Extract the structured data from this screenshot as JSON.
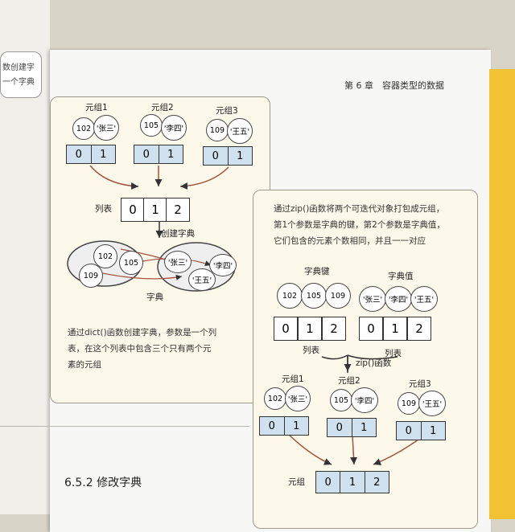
{
  "header": {
    "title": "第 6 章　容器类型的数据"
  },
  "left_panel": {
    "tuples": [
      {
        "label": "元组1",
        "key": "102",
        "value": "'张三'",
        "idx": [
          "0",
          "1"
        ]
      },
      {
        "label": "元组2",
        "key": "105",
        "value": "'李四'",
        "idx": [
          "0",
          "1"
        ]
      },
      {
        "label": "元组3",
        "key": "109",
        "value": "'王五'",
        "idx": [
          "0",
          "1"
        ]
      }
    ],
    "list_label": "列表",
    "list_cells": [
      "0",
      "1",
      "2"
    ],
    "arrow_label": "创建字典",
    "dict_keys": [
      "102",
      "105",
      "109"
    ],
    "dict_values": [
      "'张三'",
      "'李四'",
      "'王五'"
    ],
    "dict_label": "字典",
    "caption": [
      "通过dict()函数创建字典，参数是一个列",
      "表，在这个列表中包含三个只有两个元",
      "素的元组"
    ]
  },
  "right_panel": {
    "intro": [
      "通过zip()函数将两个可迭代对象打包成元组，",
      "第1个参数是字典的键，第2个参数是字典值，",
      "它们包含的元素个数相同，并且一一对应"
    ],
    "keys_label": "字典键",
    "values_label": "字典值",
    "keys": [
      "102",
      "105",
      "109"
    ],
    "values": [
      "'张三'",
      "'李四'",
      "'王五'"
    ],
    "list_cells": [
      "0",
      "1",
      "2"
    ],
    "list_label_left": "列表",
    "list_label_right": "列表",
    "zip_label": "zip()函数",
    "tuples": [
      {
        "label": "元组1",
        "key": "102",
        "value": "'张三'",
        "idx": [
          "0",
          "1"
        ]
      },
      {
        "label": "元组2",
        "key": "105",
        "value": "'李四'",
        "idx": [
          "0",
          "1"
        ]
      },
      {
        "label": "元组3",
        "key": "109",
        "value": "'王五'",
        "idx": [
          "0",
          "1"
        ]
      }
    ],
    "bottom_label": "元组",
    "bottom_cells": [
      "0",
      "1",
      "2"
    ]
  },
  "prev_page": {
    "line1": "数创建字",
    "line2": "一个字典"
  },
  "section": {
    "title": "6.5.2  修改字典"
  },
  "colors": {
    "spine": "#f2c232",
    "panel": "#fdf9ea",
    "tuple_fill": "#cfe1ef",
    "arrow": "#a2513d"
  }
}
